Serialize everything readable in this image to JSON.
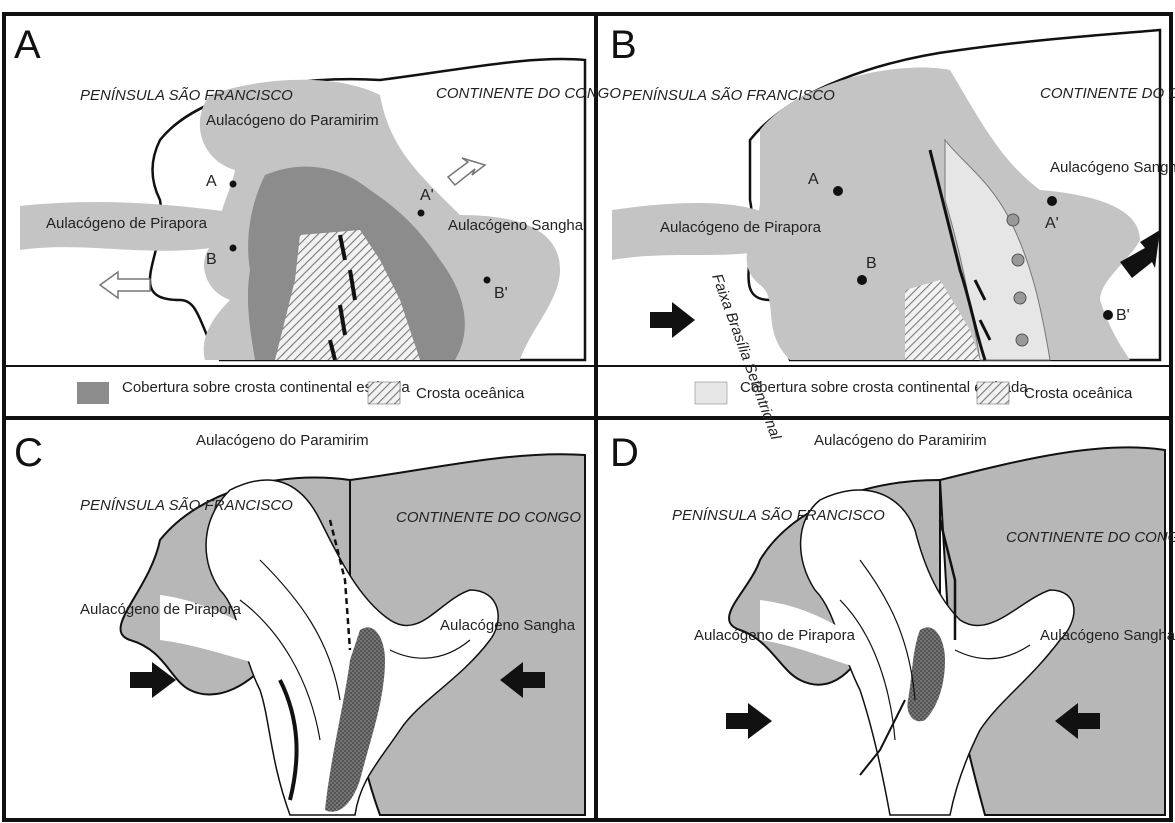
{
  "colors": {
    "background": "#ffffff",
    "frame": "#111111",
    "cover_panel_a": "#8c8c8c",
    "cover_panel_b": "#e6e6e6",
    "aulacogen_fill": "#c4c4c4",
    "continent_fill": "#b7b7b7",
    "oceanic_pattern": "#8a8a8a",
    "arrow": "#111111"
  },
  "panels": [
    {
      "letter": "A",
      "labels": {
        "peninsula": "PENÍNSULA SÃO FRANCISCO",
        "continent": "CONTINENTE DO CONGO",
        "paramirim": "Aulacógeno do Paramirim",
        "pirapora": "Aulacógeno de Pirapora",
        "sangha": "Aulacógeno Sangha"
      },
      "points": [
        "A",
        "A'",
        "B",
        "B'"
      ],
      "legend": [
        {
          "text": "Cobertura sobre crosta continental estirada",
          "swatch": "dark-gray"
        },
        {
          "text": "Crosta oceânica",
          "swatch": "hatched"
        }
      ]
    },
    {
      "letter": "B",
      "labels": {
        "peninsula": "PENÍNSULA SÃO FRANCISCO",
        "continent": "CONTINENTE DO CONGO",
        "pirapora": "Aulacógeno de Pirapora",
        "sangha": "Aulacógeno Sangha",
        "belt": "Faixa Brasília Setentrional"
      },
      "points": [
        "A",
        "A'",
        "B",
        "B'"
      ],
      "legend": [
        {
          "text": "Cobertura sobre crosta continental estirada",
          "swatch": "light-gray"
        },
        {
          "text": "Crosta oceânica",
          "swatch": "hatched"
        }
      ]
    },
    {
      "letter": "C",
      "labels": {
        "peninsula": "PENÍNSULA SÃO FRANCISCO",
        "continent": "CONTINENTE DO CONGO",
        "paramirim": "Aulacógeno do Paramirim",
        "pirapora": "Aulacógeno de Pirapora",
        "sangha": "Aulacógeno Sangha"
      }
    },
    {
      "letter": "D",
      "labels": {
        "peninsula": "PENÍNSULA SÃO FRANCISCO",
        "continent": "CONTINENTE DO CONGO",
        "paramirim": "Aulacógeno do Paramirim",
        "pirapora": "Aulacógeno de Pirapora",
        "sangha": "Aulacógeno Sangha"
      }
    }
  ]
}
